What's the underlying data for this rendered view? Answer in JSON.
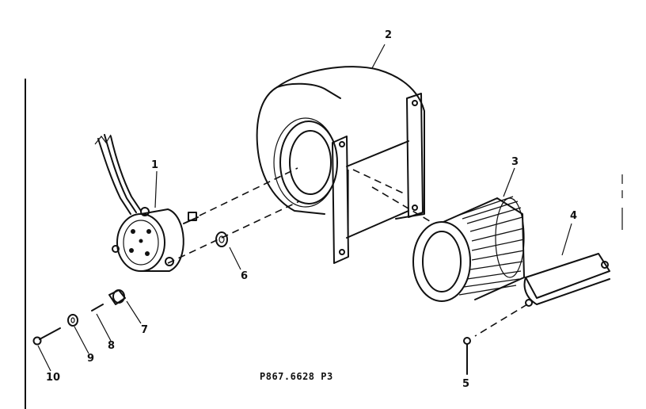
{
  "diagram": {
    "part_code": "P867.6628 P3",
    "callouts": {
      "p1": "1",
      "p2": "2",
      "p3": "3",
      "p4": "4",
      "p5": "5",
      "p6": "6",
      "p7": "7",
      "p8": "8",
      "p9": "9",
      "p10": "10"
    }
  }
}
